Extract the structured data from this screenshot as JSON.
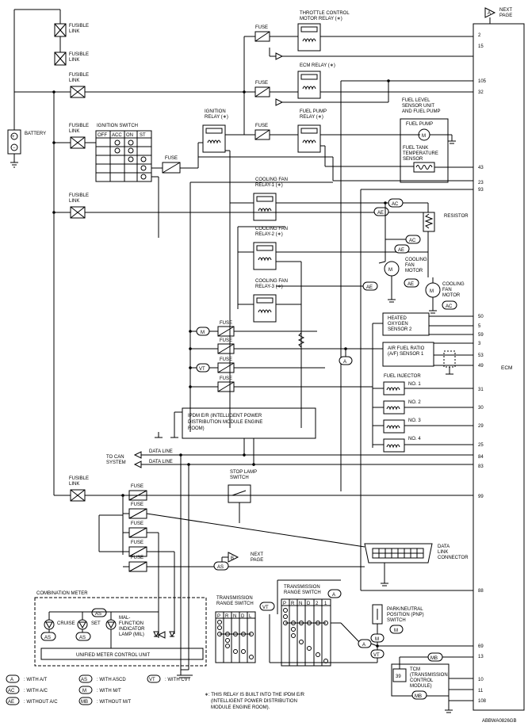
{
  "labels": {
    "next_page_top": "NEXT PAGE",
    "next_page_mid": "NEXT PAGE",
    "page_marker_a": "A",
    "page_marker_b": "B",
    "battery": "BATTERY",
    "fusible_link": "FUSIBLE LINK",
    "ignition_switch": "IGNITION SWITCH",
    "ig_cols": [
      "OFF",
      "ACC",
      "ON",
      "ST"
    ],
    "fuse": "FUSE",
    "throttle_relay": "THROTTLE CONTROL MOTOR RELAY (∗)",
    "ecm_relay": "ECM RELAY (∗)",
    "ignition_relay": "IGNITION RELAY (∗)",
    "fuel_pump_relay": "FUEL PUMP RELAY (∗)",
    "fuel_level_unit": "FUEL LEVEL SENSOR UNIT AND FUEL PUMP",
    "fuel_pump": "FUEL PUMP",
    "fuel_tank_temp": "FUEL TANK TEMPERATURE SENSOR",
    "cooling_fan_relay_1": "COOLING FAN RELAY-1 (∗)",
    "cooling_fan_relay_2": "COOLING FAN RELAY-2 (∗)",
    "cooling_fan_relay_3": "COOLING FAN RELAY-3 (∗)",
    "resistor": "RESISTOR",
    "cooling_fan_motor": "COOLING FAN MOTOR",
    "heated_o2": "HEATED OXYGEN SENSOR 2",
    "af_sensor": "AIR FUEL RATIO (A/F) SENSOR 1",
    "fuel_injector": "FUEL INJECTOR",
    "injectors": [
      "NO. 1",
      "NO. 2",
      "NO. 3",
      "NO. 4"
    ],
    "ipdm": "IPDM E/R (INTELLIGENT POWER DISTRIBUTION MODULE ENGINE ROOM)",
    "data_line": "DATA LINE",
    "to_can": "TO CAN SYSTEM",
    "stop_lamp": "STOP LAMP SWITCH",
    "data_link": "DATA LINK CONNECTOR",
    "combination_meter": "COMBINATION METER",
    "cruise": "CRUISE",
    "set": "SET",
    "mil": "MAL- FUNCTION INDICATOR LAMP (MIL)",
    "umcu": "UNIFIED METER CONTROL UNIT",
    "trs_vt": "TRANSMISSION RANGE SWITCH",
    "trs_a": "TRANSMISSION RANGE SWITCH",
    "trs_vt_cols": [
      "P",
      "R",
      "N",
      "D",
      "L"
    ],
    "trs_a_cols": [
      "P",
      "R",
      "N",
      "D",
      "2",
      "1"
    ],
    "pnp": "PARK/NEUTRAL POSITION (PNP) SWITCH",
    "tcm": "TCM (TRANSMISSION CONTROL MODULE)",
    "tcm_pin": "39",
    "ecm": "ECM",
    "footnote": "∗: THIS RELAY IS BUILT INTO THE IPDM E/R (INTELLIGENT POWER DISTRIBUTION MODULE ENGINE ROOM).",
    "ref_code": "ABBWA0826GB"
  },
  "tags": {
    "A": "A",
    "AC": "AC",
    "AE": "AE",
    "AS": "AS",
    "M": "M",
    "MB": "MB",
    "VT": "VT"
  },
  "ecm_pins": [
    "2",
    "15",
    "105",
    "32",
    "43",
    "23",
    "93",
    "50",
    "5",
    "59",
    "3",
    "53",
    "49",
    "31",
    "30",
    "29",
    "25",
    "84",
    "83",
    "99",
    "88",
    "69",
    "13",
    "10",
    "11",
    "108"
  ],
  "legend": [
    {
      "code": "A",
      "text": ": WITH A/T"
    },
    {
      "code": "AC",
      "text": ": WITH A/C"
    },
    {
      "code": "AE",
      "text": ": WITHOUT A/C"
    },
    {
      "code": "AS",
      "text": ": WITH ASCD"
    },
    {
      "code": "M",
      "text": ": WITH M/T"
    },
    {
      "code": "MB",
      "text": ": WITHOUT M/T"
    },
    {
      "code": "VT",
      "text": ": WITH CVT"
    }
  ]
}
